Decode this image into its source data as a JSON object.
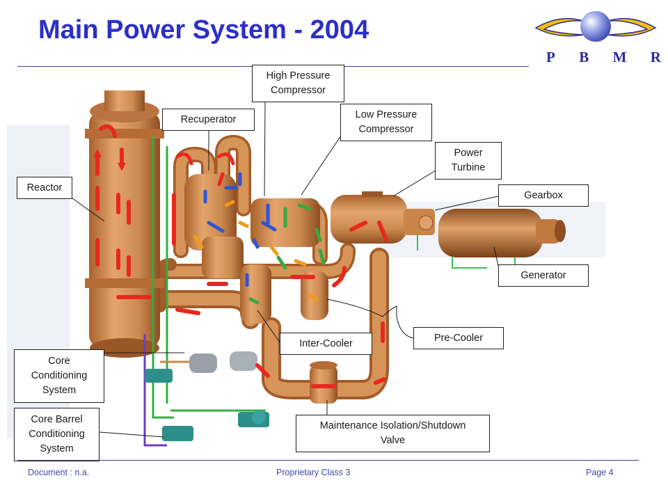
{
  "slide": {
    "title": "Main Power System - 2004"
  },
  "logo": {
    "letters": [
      "P",
      "B",
      "M",
      "R"
    ],
    "colors": {
      "ring": "#f2c200",
      "ring_outline": "#2a2a9a",
      "sphere": "#6f80d8"
    }
  },
  "labels": {
    "high_pressure_compressor": "High Pressure\nCompressor",
    "recuperator": "Recuperator",
    "low_pressure_compressor": "Low Pressure\nCompressor",
    "power_turbine": "Power\nTurbine",
    "reactor": "Reactor",
    "gearbox": "Gearbox",
    "generator": "Generator",
    "pre_cooler": "Pre-Cooler",
    "inter_cooler": "Inter-Cooler",
    "core_conditioning_system": "Core\nConditioning\nSystem",
    "core_barrel_conditioning_system": "Core Barrel\nConditioning\nSystem",
    "maintenance_valve": "Maintenance Isolation/Shutdown\nValve"
  },
  "footer": {
    "document": "Document : n.a.",
    "classification": "Proprietary Class 3",
    "page": "Page 4"
  },
  "colors": {
    "title": "#2b2fc8",
    "equipment": "#cd8a50",
    "flow_hot": "#e8281e",
    "flow_cool": "#2f55d4",
    "flow_green": "#3aa845",
    "flow_orange": "#f29a1a",
    "lube_green": "#2fb040",
    "lube_purple": "#6a3fc0"
  }
}
